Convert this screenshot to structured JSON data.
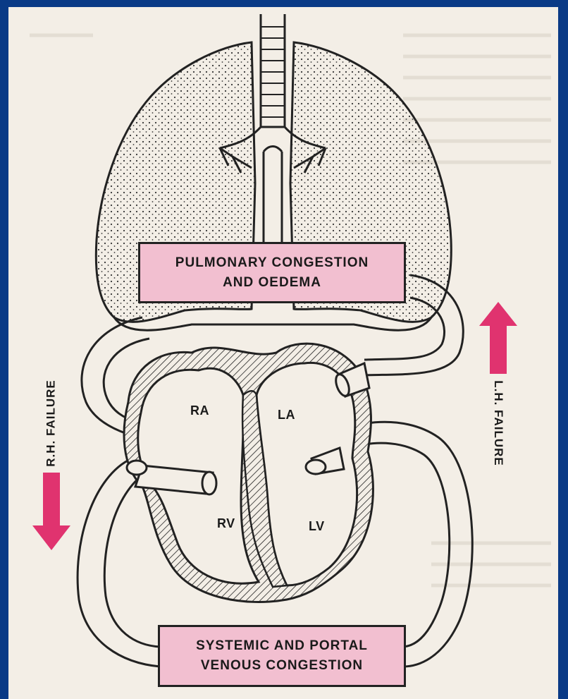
{
  "diagram": {
    "boxes": {
      "pulmonary_line1": "PULMONARY CONGESTION",
      "pulmonary_line2": "AND OEDEMA",
      "systemic_line1": "SYSTEMIC AND PORTAL",
      "systemic_line2": "VENOUS CONGESTION"
    },
    "chambers": {
      "ra": "RA",
      "la": "LA",
      "rv": "RV",
      "lv": "LV"
    },
    "arrows": {
      "right_failure": "R.H. FAILURE",
      "left_failure": "L.H. FAILURE"
    },
    "colors": {
      "background_frame": "#0a3a86",
      "paper": "#f3eee6",
      "box_fill": "#f2bfd0",
      "arrow": "#e0336f"
    }
  }
}
